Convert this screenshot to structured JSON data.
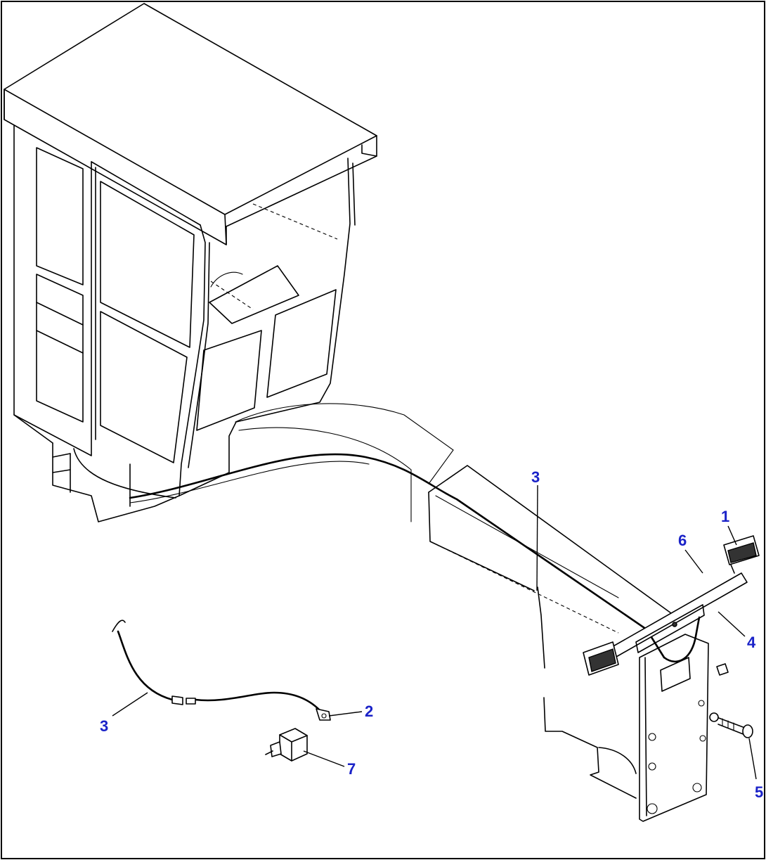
{
  "colors": {
    "callout": "#1a22c8",
    "line": "#000000",
    "background": "#ffffff"
  },
  "callouts": [
    {
      "id": "c1",
      "label": "1"
    },
    {
      "id": "c2",
      "label": "2"
    },
    {
      "id": "c3a",
      "label": "3"
    },
    {
      "id": "c3b",
      "label": "3"
    },
    {
      "id": "c4",
      "label": "4"
    },
    {
      "id": "c5",
      "label": "5"
    },
    {
      "id": "c6",
      "label": "6"
    },
    {
      "id": "c7",
      "label": "7"
    }
  ]
}
